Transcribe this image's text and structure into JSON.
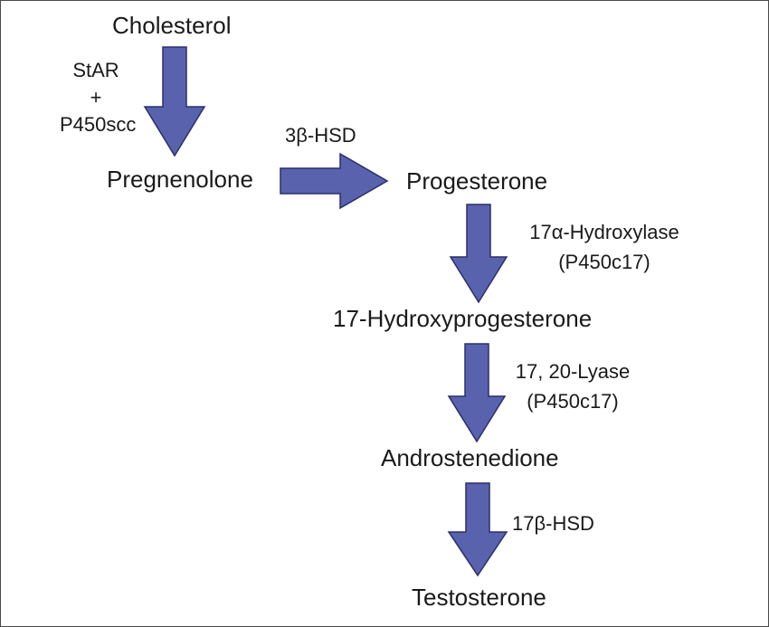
{
  "colors": {
    "arrow_fill": "#5963ad",
    "arrow_stroke": "#2a2f6a",
    "text": "#1a1a1a"
  },
  "compounds": {
    "cholesterol": "Cholesterol",
    "pregnenolone": "Pregnenolone",
    "progesterone": "Progesterone",
    "hydroxyprogesterone": "17-Hydroxyprogesterone",
    "androstenedione": "Androstenedione",
    "testosterone": "Testosterone"
  },
  "enzymes": {
    "star": [
      "StAR",
      "+",
      "P450scc"
    ],
    "hsd3b": "3β-HSD",
    "hydroxylase": [
      "17α-Hydroxylase",
      "(P450c17)"
    ],
    "lyase": [
      "17, 20-Lyase",
      "(P450c17)"
    ],
    "hsd17b": "17β-HSD"
  }
}
